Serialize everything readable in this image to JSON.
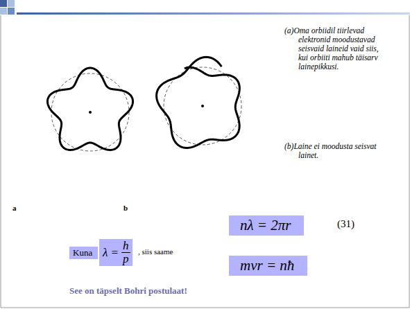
{
  "diagram": {
    "nodes": [
      {
        "text": [
          "nλ = 2πr"
        ]
      },
      {
        "text": [
          "Kuna"
        ]
      },
      {
        "text": [
          "λ =",
          "h",
          "p"
        ]
      },
      {
        "text": [
          "mvr = nħ"
        ]
      }
    ],
    "labels": [
      "a",
      "b",
      "(a)Oma orbiidil tiirlevad elektronid moodustavad seisvaid laineid vaid siis, kui orbiiti mahub täisarv lainepikkusi.",
      "(b)Laine ei moodusta seisvat lainet.",
      "(31)",
      ", siis saame",
      "See on täpselt Bohri postulaat!"
    ]
  }
}
